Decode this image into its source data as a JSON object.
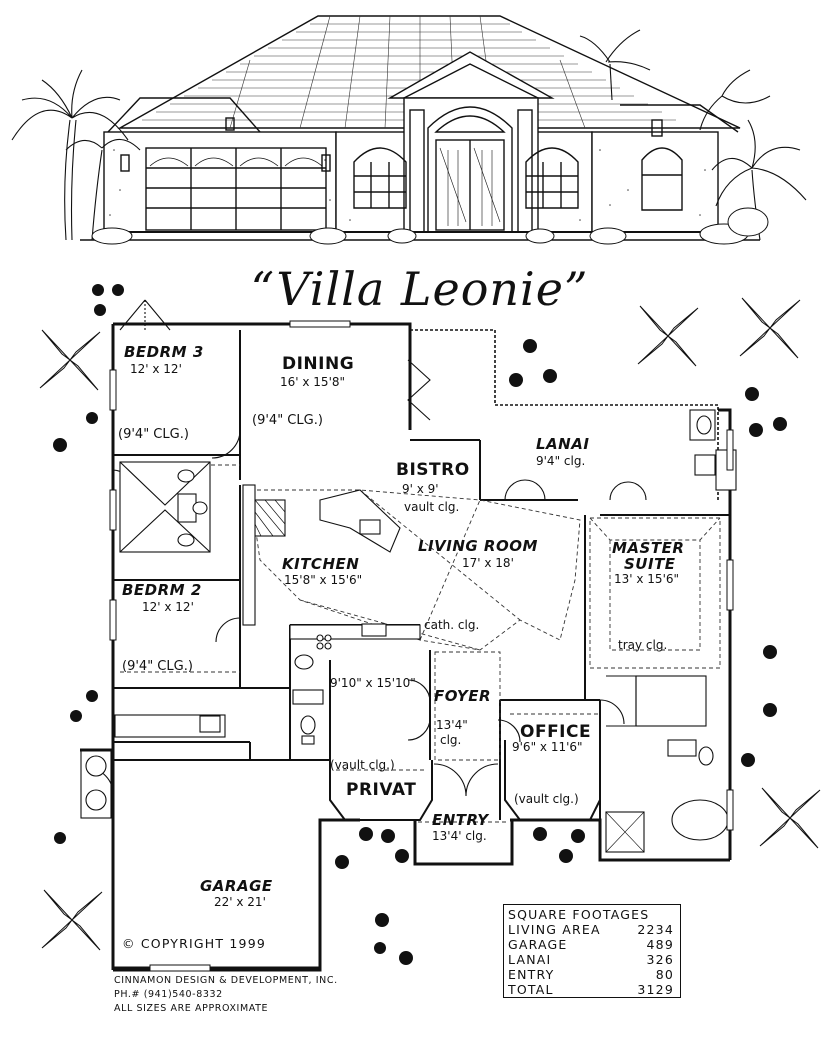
{
  "plan_title": "“Villa Leonie”",
  "rooms": {
    "bedroom3": {
      "name": "BEDRM 3",
      "dims": "12' x 12'"
    },
    "dining": {
      "name": "DINING",
      "dims": "16' x 15'8\"",
      "note": "(9'4\" CLG.)"
    },
    "bedroom3_ceiling": "(9'4\" CLG.)",
    "lanai": {
      "name": "LANAI",
      "dims": "9'4\" clg."
    },
    "bistro": {
      "name": "BISTRO",
      "dims": "9' x 9'",
      "note": "vault clg."
    },
    "kitchen": {
      "name": "KITCHEN",
      "dims": "15'8\" x 15'6\""
    },
    "living": {
      "name": "LIVING ROOM",
      "dims": "17' x 18'",
      "note": "cath. clg."
    },
    "master": {
      "name": "MASTER",
      "name2": "SUITE",
      "dims": "13' x 15'6\"",
      "note": "tray clg."
    },
    "bedroom2": {
      "name": "BEDRM 2",
      "dims": "12' x 12'",
      "note": "(9'4\" CLG.)"
    },
    "privat": {
      "name": "PRIVAT",
      "dims": "9'10\" x 15'10\"",
      "note": "(vault clg.)"
    },
    "foyer": {
      "name": "FOYER",
      "dims": "13'4\"",
      "note": "clg."
    },
    "office": {
      "name": "OFFICE",
      "dims": "9'6\" x 11'6\"",
      "note": "(vault clg.)"
    },
    "entry": {
      "name": "ENTRY",
      "dims": "13'4' clg."
    },
    "garage": {
      "name": "GARAGE",
      "dims": "22' x 21'"
    }
  },
  "copyright": "© COPYRIGHT 1999",
  "builder": {
    "company": "CINNAMON DESIGN & DEVELOPMENT, INC.",
    "phone": "PH.# (941)540-8332",
    "disclaimer": "ALL SIZES ARE APPROXIMATE"
  },
  "square_footages": {
    "header": "SQUARE FOOTAGES",
    "rows": [
      {
        "label": "LIVING AREA",
        "value": "2234"
      },
      {
        "label": "GARAGE",
        "value": "489"
      },
      {
        "label": "LANAI",
        "value": "326"
      },
      {
        "label": "ENTRY",
        "value": "80"
      },
      {
        "label": "TOTAL",
        "value": "3129"
      }
    ]
  }
}
